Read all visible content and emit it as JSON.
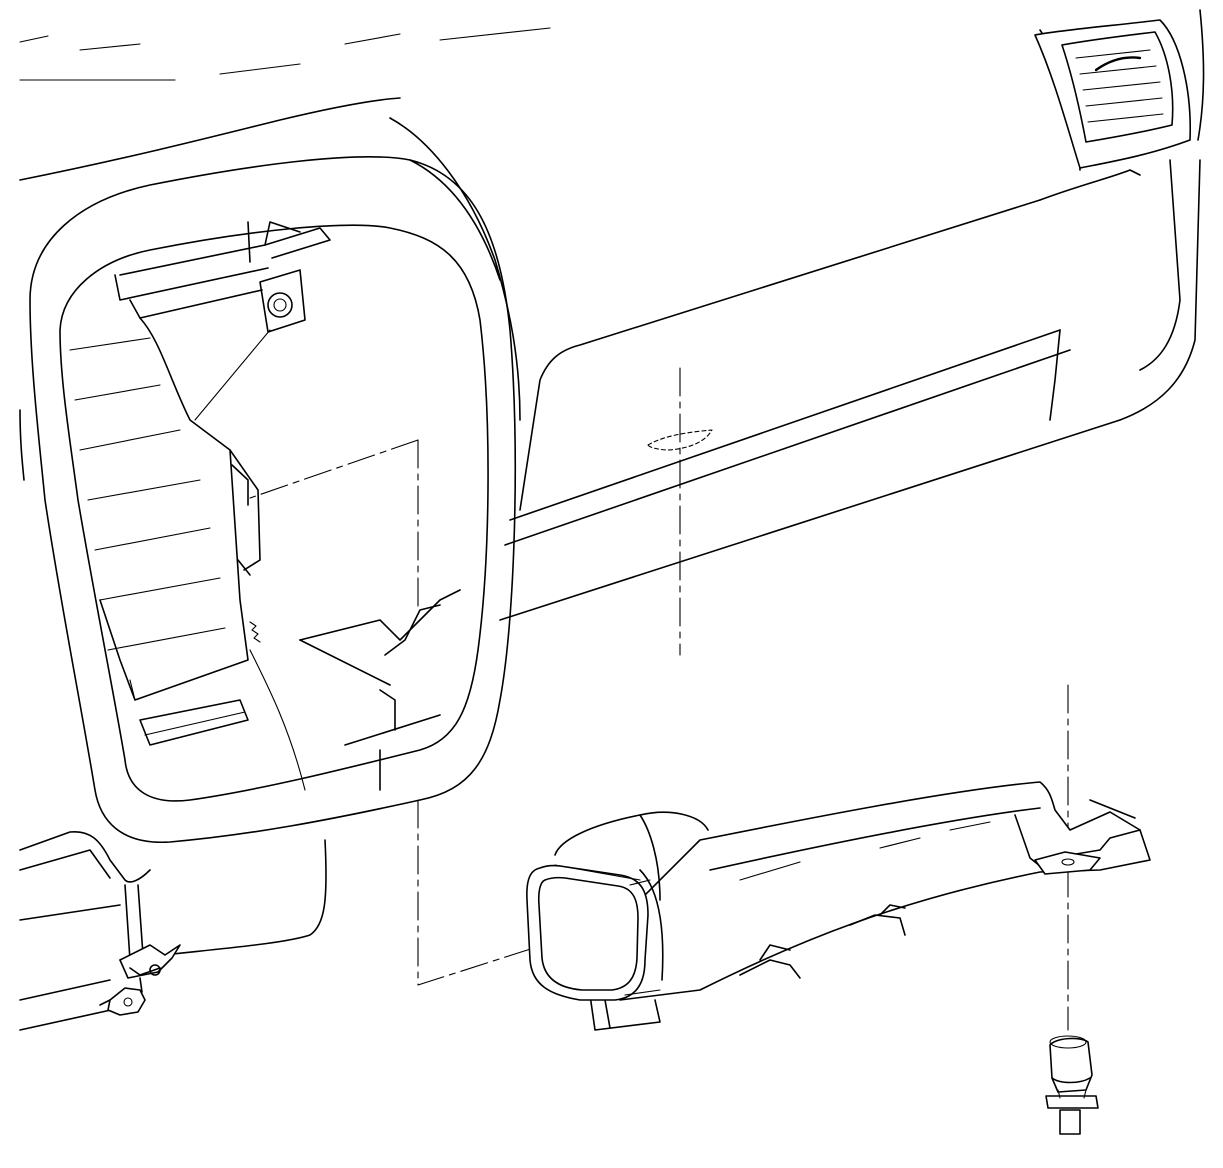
{
  "figure": {
    "type": "exploded-assembly-line-drawing",
    "background": "#ffffff",
    "line_color": "#000000",
    "labels": []
  },
  "components": [
    {
      "id": "instrument-panel",
      "icon": "instrument-panel-outline"
    },
    {
      "id": "glove-box-opening",
      "icon": "glove-box-opening-outline"
    },
    {
      "id": "air-outlet-vent",
      "icon": "vent-louver-icon"
    },
    {
      "id": "floor-air-duct",
      "icon": "duct-icon"
    },
    {
      "id": "duct-outlet-nozzle",
      "icon": "duct-nozzle-icon"
    },
    {
      "id": "push-pin-retainer",
      "icon": "push-pin-icon"
    },
    {
      "id": "hinge-bracket",
      "icon": "hinge-icon"
    }
  ]
}
